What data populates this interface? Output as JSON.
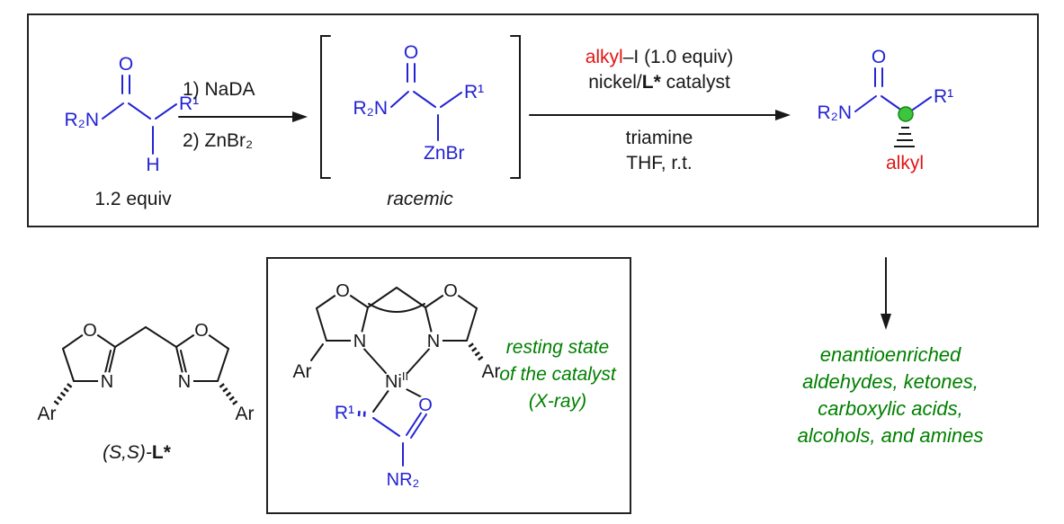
{
  "colors": {
    "structure_blue": "#2323d4",
    "highlight_red": "#e11414",
    "result_green": "#008000",
    "stereocenter_green": "#3ec43e",
    "bond_black": "#181818"
  },
  "top_scheme": {
    "substrate": {
      "amine": "R₂N",
      "carbonyl_o": "O",
      "r1": "R¹",
      "h": "H",
      "equiv": "1.2 equiv"
    },
    "step1": {
      "line1": "1) NaDA",
      "line2": "2) ZnBr₂"
    },
    "intermediate": {
      "amine": "R₂N",
      "carbonyl_o": "O",
      "r1": "R¹",
      "znbr": "ZnBr",
      "tag": "racemic"
    },
    "step2": {
      "alkyl": "alkyl",
      "iodide_rest": "–I (1.0 equiv)",
      "cat_pre": "nickel/",
      "cat_bold": "L*",
      "cat_post": " catalyst",
      "line3": "triamine",
      "line4": "THF, r.t."
    },
    "product": {
      "amine": "R₂N",
      "carbonyl_o": "O",
      "r1": "R¹",
      "alkyl": "alkyl"
    }
  },
  "ligand": {
    "o_left": "O",
    "o_right": "O",
    "n_left": "N",
    "n_right": "N",
    "ar_left": "Ar",
    "ar_right": "Ar",
    "label_prefix": "(S,S)-",
    "label_bold": "L*"
  },
  "complex": {
    "o_left": "O",
    "o_right": "O",
    "n_left": "N",
    "n_right": "N",
    "ar_left": "Ar",
    "ar_right": "Ar",
    "ni": "Ni",
    "ni_oxidation": "II",
    "r1": "R¹",
    "o_amide": "O",
    "nr2": "NR₂",
    "caption": {
      "line1": "resting state",
      "line2": "of the catalyst",
      "line3": "(X-ray)"
    }
  },
  "outcome": {
    "line1": "enantioenriched",
    "line2": "aldehydes, ketones,",
    "line3": "carboxylic acids,",
    "line4": "alcohols, and amines"
  }
}
